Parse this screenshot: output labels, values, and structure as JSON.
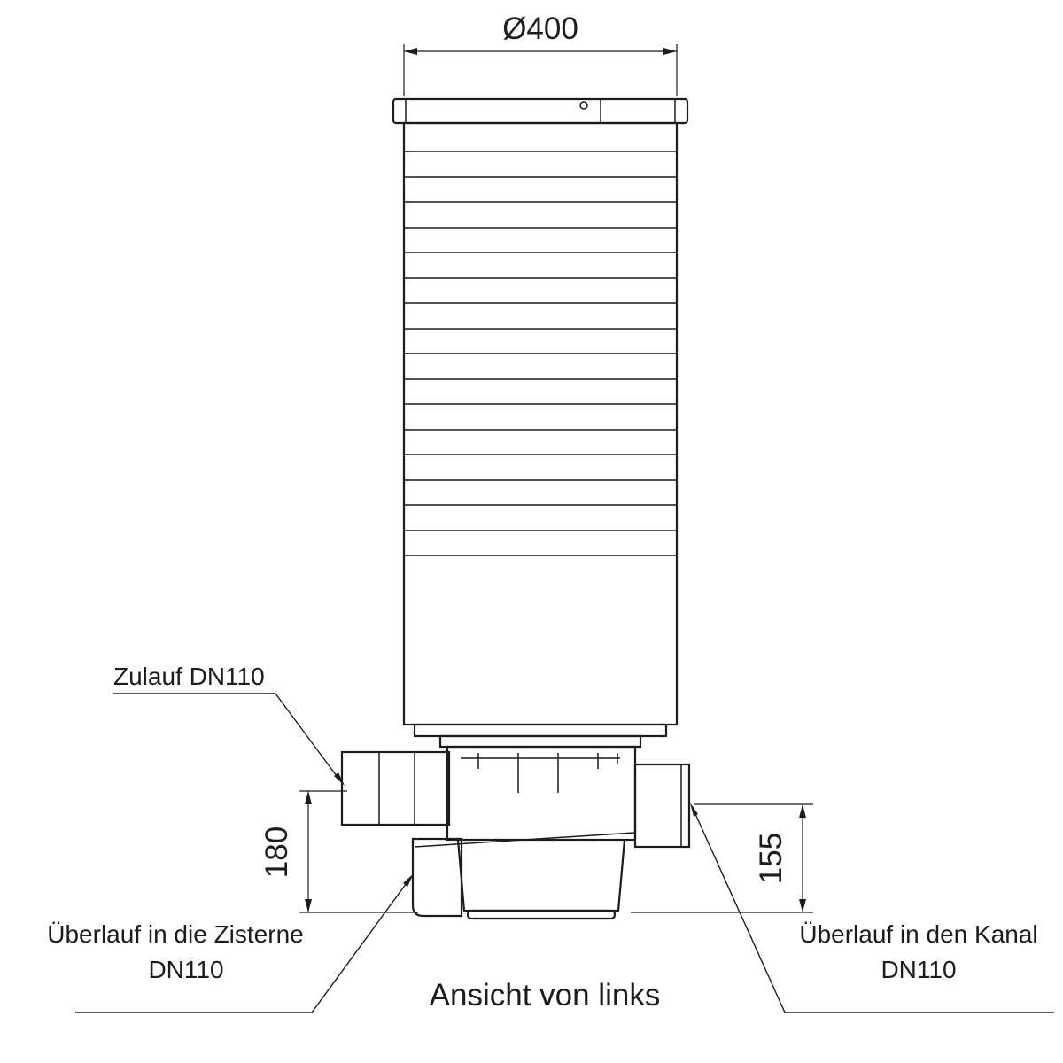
{
  "drawing": {
    "title": "Ansicht von links",
    "dimensions": {
      "diameter": "Ø400",
      "left_height": "180",
      "right_height": "155"
    },
    "labels": {
      "inlet": "Zulauf DN110",
      "overflow_cistern_line1": "Überlauf in die Zisterne",
      "overflow_cistern_line2": "DN110",
      "overflow_channel_line1": "Überlauf in den Kanal",
      "overflow_channel_line2": "DN110"
    },
    "colors": {
      "line": "#1c1c1c",
      "background": "#ffffff"
    }
  }
}
